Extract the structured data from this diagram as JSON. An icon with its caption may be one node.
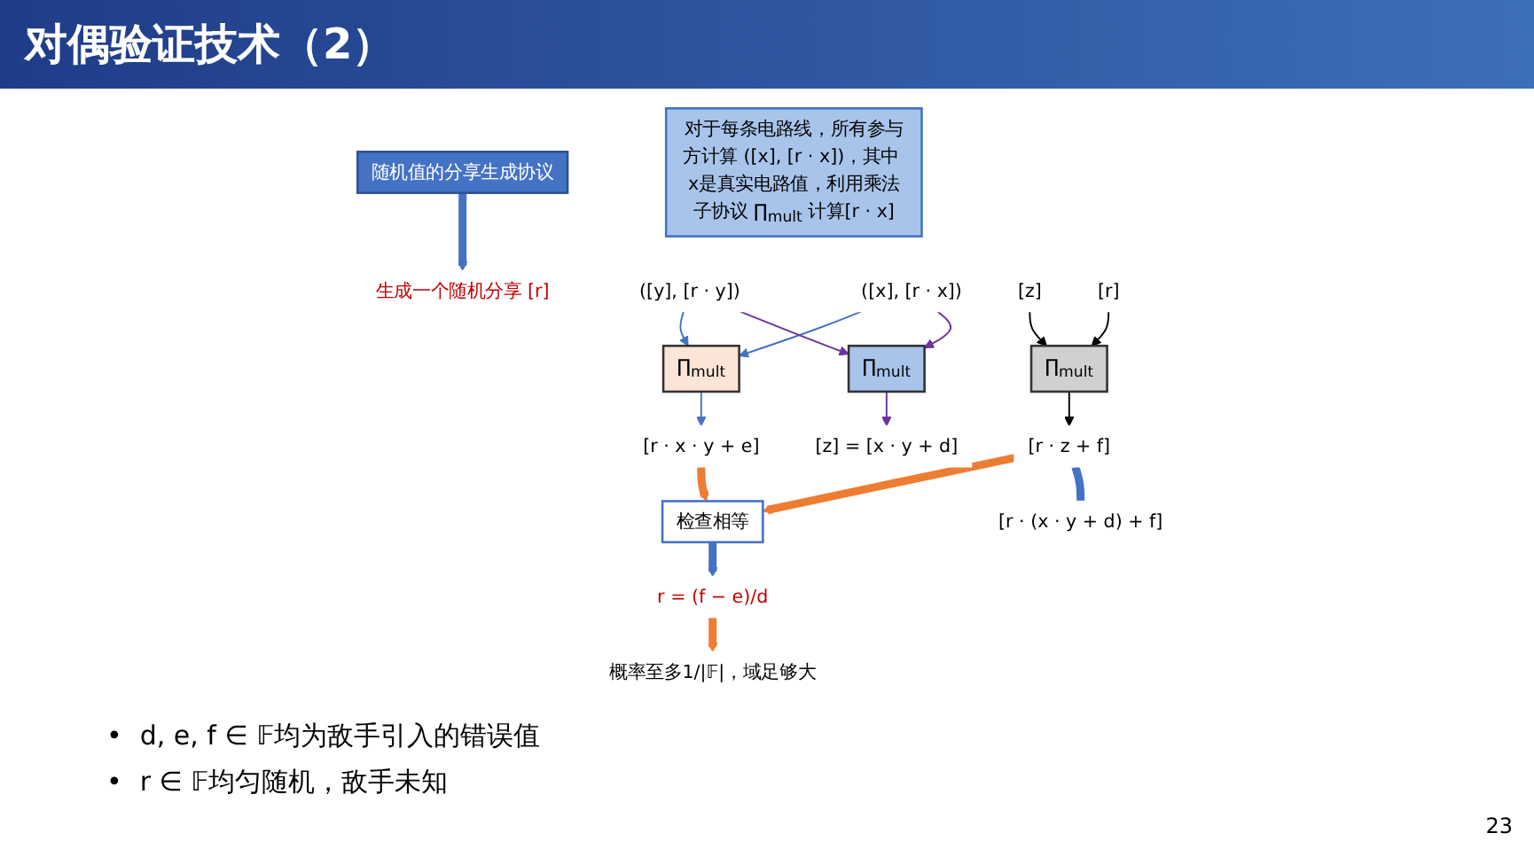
{
  "diagram": {
    "title": "对偶验证技术（2）",
    "nodes": [
      {
        "text": [
          "随机值的分享生成协议"
        ]
      },
      {
        "text": [
          "生成一个随机分享 [r]"
        ]
      },
      {
        "text": [
          "对于每条电路线，所有参与方计算 ([x], [r · x])，其中 x是真实电路值，利用乘法子协议 ∏$_{mult}$ 计算[r · x]"
        ]
      },
      {
        "text": [
          "([x], [r · x])"
        ]
      },
      {
        "text": [
          "([y], [r · y])"
        ]
      },
      {
        "text": [
          "∏$_{mult}$"
        ]
      },
      {
        "text": [
          "∏$_{mult}$"
        ]
      },
      {
        "text": [
          "[z] = [x · y + d]"
        ]
      },
      {
        "text": [
          "[r · x · y + e]"
        ]
      },
      {
        "text": [
          "[z]"
        ]
      },
      {
        "text": [
          "[r]"
        ]
      },
      {
        "text": [
          "∏$_{mult}$"
        ]
      },
      {
        "text": [
          "[r · z + f]"
        ]
      },
      {
        "text": [
          "[r · (x · y + d) + f]"
        ]
      },
      {
        "text": [
          "检查相等"
        ]
      },
      {
        "text": [
          "r = (f − e)/d"
        ]
      },
      {
        "text": [
          "概率至多1/|𝔽|，域足够大"
        ]
      }
    ],
    "edges": [
      {
        "from": 0,
        "to": 1,
        "arrow": "to",
        "style": "thick",
        "color": "#4472c4"
      },
      {
        "from": 3,
        "to": 5,
        "arrow": "to",
        "color": "#7030a0"
      },
      {
        "from": 3,
        "to": 6,
        "arrow": "to",
        "color": "#4472c4"
      },
      {
        "from": 4,
        "to": 5,
        "arrow": "to",
        "color": "#7030a0"
      },
      {
        "from": 4,
        "to": 6,
        "arrow": "to",
        "color": "#4472c4"
      },
      {
        "from": 5,
        "to": 7,
        "arrow": "to",
        "color": "#7030a0"
      },
      {
        "from": 6,
        "to": 8,
        "arrow": "to",
        "color": "#4472c4"
      },
      {
        "from": 9,
        "to": 11,
        "arrow": "to",
        "color": "#000000"
      },
      {
        "from": 10,
        "to": 11,
        "arrow": "to",
        "color": "#000000"
      },
      {
        "from": 11,
        "to": 12,
        "arrow": "to",
        "color": "#000000"
      },
      {
        "from": 12,
        "to": 13,
        "arrow": "none",
        "style": "thick",
        "color": "#4472c4"
      },
      {
        "from": 8,
        "to": 14,
        "arrow": "to",
        "style": "thick",
        "color": "#ed7d31"
      },
      {
        "from": 12,
        "to": 14,
        "arrow": "to",
        "style": "thick",
        "color": "#ed7d31"
      },
      {
        "from": 14,
        "to": 15,
        "arrow": "to",
        "style": "thick",
        "color": "#4472c4"
      },
      {
        "from": 15,
        "to": 16,
        "arrow": "to",
        "style": "thick",
        "color": "#ed7d31"
      }
    ],
    "labels": [
      "•",
      "d, e, f ∈ 𝔽均为敌手引入的错误值",
      "•",
      "r ∈ 𝔽均匀随机，敌手未知",
      "23"
    ]
  }
}
